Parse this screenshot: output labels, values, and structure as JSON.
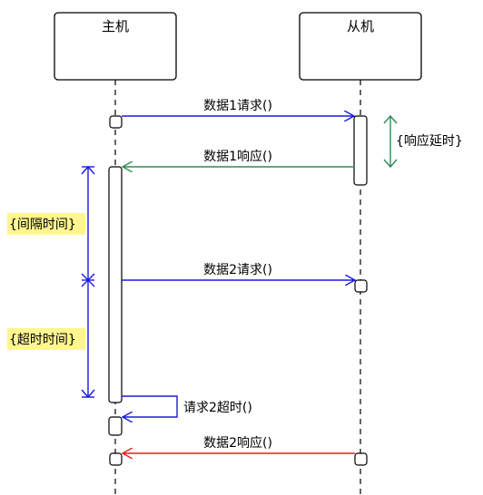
{
  "participants": {
    "master": "主机",
    "slave": "从机"
  },
  "messages": {
    "data1_request": "数据1请求()",
    "data1_response": "数据1响应()",
    "data2_request": "数据2请求()",
    "request2_timeout": "请求2超时()",
    "data2_response": "数据2响应()"
  },
  "annotations": {
    "response_delay": "{响应延时}",
    "interval_time": "{间隔时间}",
    "timeout_time": "{超时时间}"
  },
  "colors": {
    "request": "#1a1adc",
    "response_ok": "#2e8b57",
    "response_late": "#e01e1e",
    "highlight": "#fff68f",
    "line": "#000000"
  }
}
